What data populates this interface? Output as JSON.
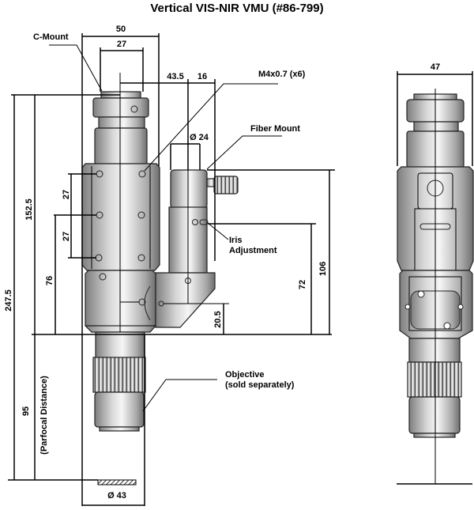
{
  "title": "Vertical VIS-NIR VMU (#86-799)",
  "labels": {
    "c_mount": "C-Mount",
    "screw": "M4x0.7 (x6)",
    "fiber_mount": "Fiber Mount",
    "iris_line1": "Iris",
    "iris_line2": "Adjustment",
    "objective_line1": "Objective",
    "objective_line2": "(sold separately)",
    "parfocal": "(Parfocal Distance)"
  },
  "dimensions": {
    "width_50": "50",
    "width_27": "27",
    "offset_43_5": "43.5",
    "offset_16": "16",
    "dia_24": "Ø 24",
    "height_152_5": "152.5",
    "height_247_5": "247.5",
    "spacing_27a": "27",
    "spacing_27b": "27",
    "height_76": "76",
    "height_72": "72",
    "height_106": "106",
    "height_20_5": "20.5",
    "parfocal_95": "95",
    "dia_43": "Ø 43",
    "side_width_47": "47"
  },
  "colors": {
    "line": "#000000",
    "metal_dark": "#8a8a8a",
    "metal_light": "#f4f4f4",
    "background": "#ffffff"
  }
}
